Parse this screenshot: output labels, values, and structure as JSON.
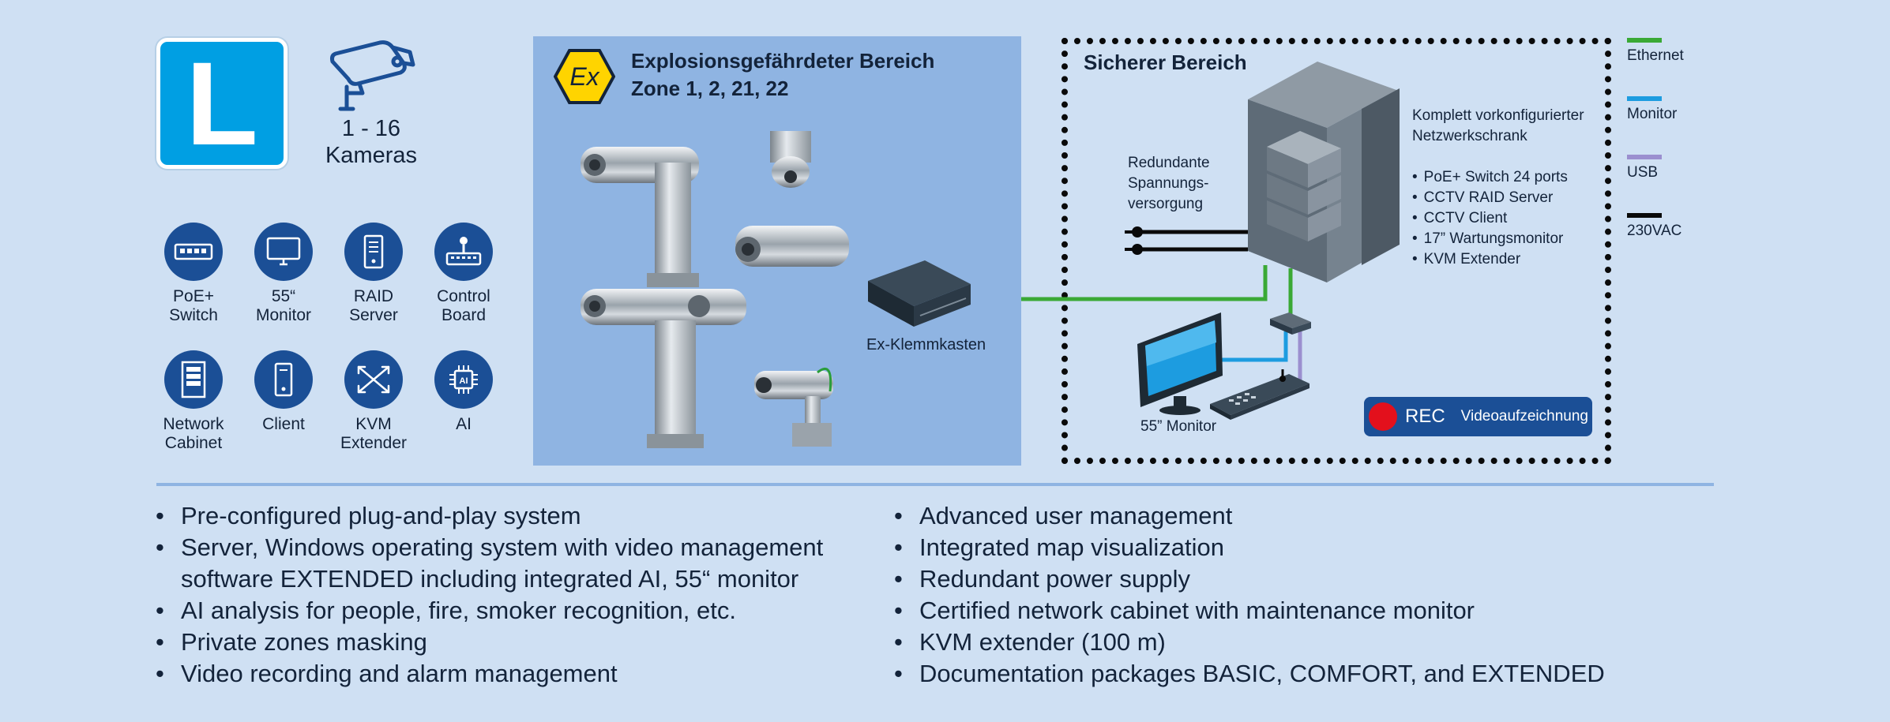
{
  "badge": {
    "letter": "L"
  },
  "cameras": {
    "count": "1 - 16",
    "label": "Kameras"
  },
  "icons": [
    {
      "name": "poe-switch",
      "label": "PoE+\nSwitch",
      "l1": "PoE+",
      "l2": "Switch"
    },
    {
      "name": "monitor",
      "l1": "55“",
      "l2": "Monitor"
    },
    {
      "name": "raid-server",
      "l1": "RAID",
      "l2": "Server"
    },
    {
      "name": "control-board",
      "l1": "Control",
      "l2": "Board"
    },
    {
      "name": "network-cabinet",
      "l1": "Network",
      "l2": "Cabinet"
    },
    {
      "name": "client",
      "l1": "Client",
      "l2": ""
    },
    {
      "name": "kvm-extender",
      "l1": "KVM",
      "l2": "Extender"
    },
    {
      "name": "ai",
      "l1": "AI",
      "l2": ""
    }
  ],
  "exzone": {
    "title_line1": "Explosionsgefährdeter Bereich",
    "title_line2": "Zone 1, 2, 21, 22",
    "ex_symbol": "Ex",
    "box_label": "Ex-Klemmkasten"
  },
  "safezone": {
    "title": "Sicherer Bereich",
    "psu_l1": "Redundante",
    "psu_l2": "Spannungs-",
    "psu_l3": "versorgung",
    "cabinet_l1": "Komplett vorkonfigurierter",
    "cabinet_l2": "Netzwerkschrank",
    "cabinet_items": [
      "PoE+ Switch 24 ports",
      "CCTV RAID Server",
      "CCTV Client",
      "17” Wartungsmonitor",
      "KVM Extender"
    ],
    "monitor_label": "55” Monitor",
    "rec_label": "REC",
    "rec_sub": "Videoaufzeichnung"
  },
  "legend": [
    {
      "label": "Ethernet",
      "color": "#3aa935"
    },
    {
      "label": "Monitor",
      "color": "#1d9ce0"
    },
    {
      "label": "USB",
      "color": "#9b8fcf"
    },
    {
      "label": "230VAC",
      "color": "#0a0a0a"
    }
  ],
  "features_left": [
    "Pre-configured plug-and-play system",
    "Server, Windows operating system with video management software EXTENDED including integrated AI, 55“ monitor",
    "AI analysis for people, fire, smoker recognition, etc.",
    "Private zones masking",
    "Video recording and alarm management"
  ],
  "features_right": [
    "Advanced user management",
    "Integrated map visualization",
    "Redundant power supply",
    "Certified network cabinet with maintenance monitor",
    "KVM extender (100 m)",
    "Documentation packages BASIC, COMFORT, and EXTENDED"
  ],
  "colors": {
    "background": "#cfe0f3",
    "badge": "#009fe3",
    "icon_circle": "#1b4f96",
    "ex_zone": "#8fb4e2",
    "rec_bg": "#1b4f96",
    "rec_dot": "#e3101c"
  }
}
